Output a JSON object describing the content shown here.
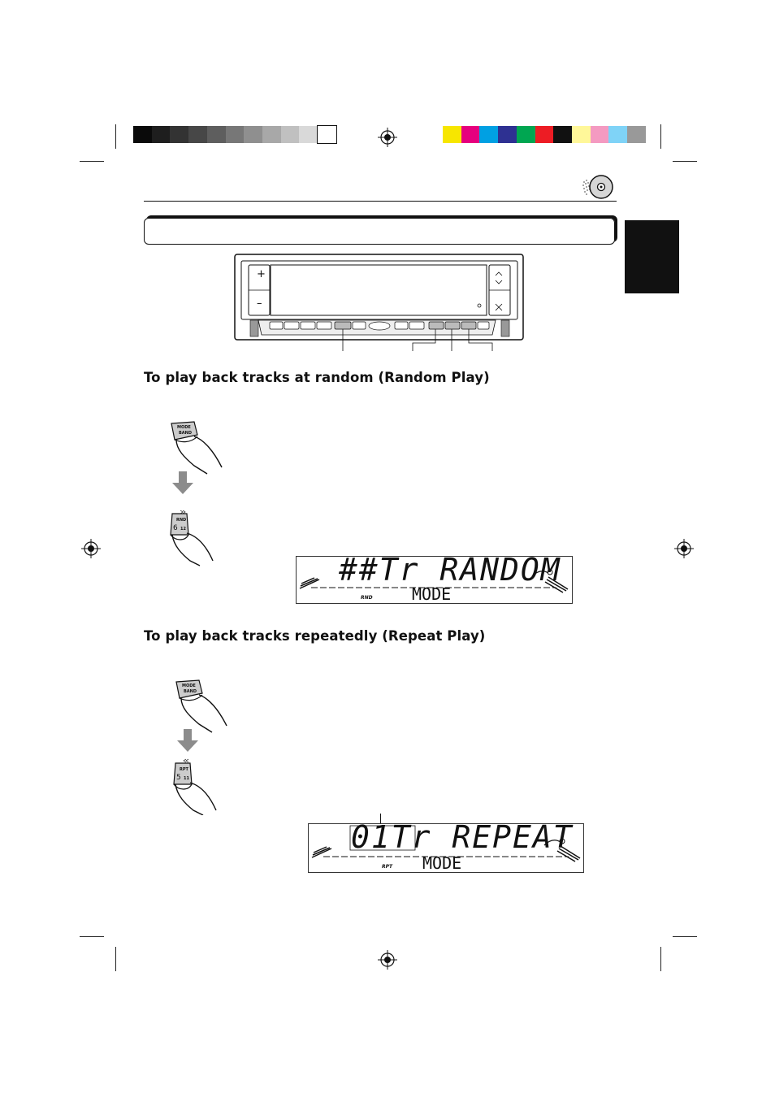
{
  "color_bar": {
    "grays": [
      "#0a0a0a",
      "#1e1e1e",
      "#333333",
      "#474747",
      "#5e5e5e",
      "#777777",
      "#8f8f8f",
      "#a8a8a8",
      "#c0c0c0",
      "#d9d9d9",
      "#ffffff"
    ],
    "colors": [
      "#f7e600",
      "#e6007e",
      "#00a0e3",
      "#2e3192",
      "#00a651",
      "#ed1c24",
      "#111111",
      "#fff799",
      "#f49ac1",
      "#7fd3f7",
      "#999999"
    ]
  },
  "faceplate": {
    "plus_label": "+",
    "minus_label": "–"
  },
  "random_section": {
    "heading": "To play back tracks at random (Random Play)",
    "mode_button": {
      "line1": "MODE",
      "line2": "BAND"
    },
    "rnd_button": {
      "line1": "RND",
      "num": "6",
      "sub": "12"
    },
    "display": {
      "main": "##Tr RANDOM",
      "sub": "MODE",
      "indicator": "RND"
    }
  },
  "repeat_section": {
    "heading": "To play back tracks repeatedly (Repeat Play)",
    "mode_button": {
      "line1": "MODE",
      "line2": "BAND"
    },
    "rpt_button": {
      "line1": "RPT",
      "num": "5",
      "sub": "11"
    },
    "display": {
      "main": "01Tr REPEAT",
      "sub": "MODE",
      "indicator": "RPT"
    }
  },
  "colors": {
    "tab": "#111111",
    "arrow": "#8c8c8c"
  },
  "icons": [
    "cd-disc-icon",
    "down-arrow-icon",
    "registration-mark-icon"
  ]
}
